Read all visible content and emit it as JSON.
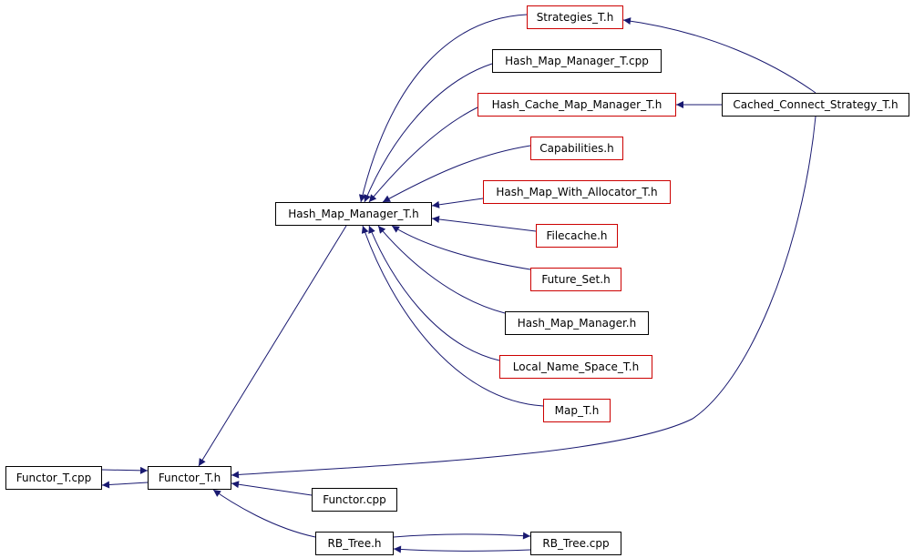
{
  "colors": {
    "edge": "#191970",
    "border_documented": "#000000",
    "border_undocumented": "#cc0000",
    "current_fill": "#bfbfbf"
  },
  "nodes": {
    "functor_t_cpp": {
      "label": "Functor_T.cpp",
      "kind": "current"
    },
    "functor_t_h": {
      "label": "Functor_T.h",
      "kind": "black"
    },
    "functor_cpp": {
      "label": "Functor.cpp",
      "kind": "black"
    },
    "rb_tree_h": {
      "label": "RB_Tree.h",
      "kind": "black"
    },
    "rb_tree_cpp": {
      "label": "RB_Tree.cpp",
      "kind": "black"
    },
    "hash_map_manager_t_h": {
      "label": "Hash_Map_Manager_T.h",
      "kind": "black"
    },
    "strategies_t_h": {
      "label": "Strategies_T.h",
      "kind": "red"
    },
    "hash_map_manager_t_cpp": {
      "label": "Hash_Map_Manager_T.cpp",
      "kind": "black"
    },
    "hash_cache_map_manager_t_h": {
      "label": "Hash_Cache_Map_Manager_T.h",
      "kind": "red"
    },
    "capabilities_h": {
      "label": "Capabilities.h",
      "kind": "red"
    },
    "hash_map_with_allocator_t_h": {
      "label": "Hash_Map_With_Allocator_T.h",
      "kind": "red"
    },
    "filecache_h": {
      "label": "Filecache.h",
      "kind": "red"
    },
    "future_set_h": {
      "label": "Future_Set.h",
      "kind": "red"
    },
    "hash_map_manager_h": {
      "label": "Hash_Map_Manager.h",
      "kind": "black"
    },
    "local_name_space_t_h": {
      "label": "Local_Name_Space_T.h",
      "kind": "red"
    },
    "map_t_h": {
      "label": "Map_T.h",
      "kind": "red"
    },
    "cached_connect_strategy_t_h": {
      "label": "Cached_Connect_Strategy_T.h",
      "kind": "black"
    }
  },
  "edges": [
    {
      "from": "functor_t_h",
      "to": "functor_t_cpp"
    },
    {
      "from": "functor_t_cpp",
      "to": "functor_t_h"
    },
    {
      "from": "functor_cpp",
      "to": "functor_t_h"
    },
    {
      "from": "rb_tree_h",
      "to": "functor_t_h"
    },
    {
      "from": "hash_map_manager_t_h",
      "to": "functor_t_h"
    },
    {
      "from": "cached_connect_strategy_t_h",
      "to": "functor_t_h"
    },
    {
      "from": "rb_tree_h",
      "to": "rb_tree_cpp"
    },
    {
      "from": "rb_tree_cpp",
      "to": "rb_tree_h"
    },
    {
      "from": "strategies_t_h",
      "to": "hash_map_manager_t_h"
    },
    {
      "from": "hash_map_manager_t_cpp",
      "to": "hash_map_manager_t_h"
    },
    {
      "from": "hash_cache_map_manager_t_h",
      "to": "hash_map_manager_t_h"
    },
    {
      "from": "capabilities_h",
      "to": "hash_map_manager_t_h"
    },
    {
      "from": "hash_map_with_allocator_t_h",
      "to": "hash_map_manager_t_h"
    },
    {
      "from": "filecache_h",
      "to": "hash_map_manager_t_h"
    },
    {
      "from": "future_set_h",
      "to": "hash_map_manager_t_h"
    },
    {
      "from": "hash_map_manager_h",
      "to": "hash_map_manager_t_h"
    },
    {
      "from": "local_name_space_t_h",
      "to": "hash_map_manager_t_h"
    },
    {
      "from": "map_t_h",
      "to": "hash_map_manager_t_h"
    },
    {
      "from": "cached_connect_strategy_t_h",
      "to": "strategies_t_h"
    },
    {
      "from": "cached_connect_strategy_t_h",
      "to": "hash_cache_map_manager_t_h"
    }
  ]
}
